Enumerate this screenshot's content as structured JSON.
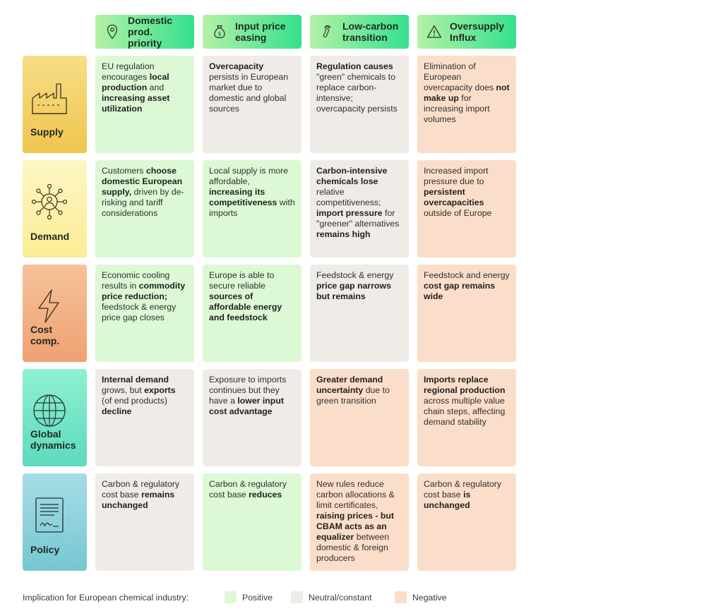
{
  "columns": [
    {
      "label": "Domestic prod. priority",
      "icon": "map-pin-icon"
    },
    {
      "label": "Input price easing",
      "icon": "money-bag-icon"
    },
    {
      "label": "Low-carbon transition",
      "icon": "footprint-icon"
    },
    {
      "label": "Oversupply Influx",
      "icon": "warning-triangle-icon"
    }
  ],
  "rows": [
    {
      "label": "Supply",
      "icon": "factory-icon"
    },
    {
      "label": "Demand",
      "icon": "people-network-icon"
    },
    {
      "label": "Cost comp.",
      "icon": "lightning-icon"
    },
    {
      "label": "Global dynamics",
      "icon": "globe-icon"
    },
    {
      "label": "Policy",
      "icon": "document-signature-icon"
    }
  ],
  "cells": [
    [
      {
        "impact": "positive",
        "segments": [
          [
            "EU regulation encourages ",
            false
          ],
          [
            "local production",
            true
          ],
          [
            " and ",
            false
          ],
          [
            "increasing asset utilization",
            true
          ]
        ]
      },
      {
        "impact": "neutral",
        "segments": [
          [
            "Overcapacity",
            true
          ],
          [
            " persists in European market due to domestic and global sources",
            false
          ]
        ]
      },
      {
        "impact": "neutral",
        "segments": [
          [
            "Regulation causes",
            true
          ],
          [
            " \"green\" chemicals to replace carbon-intensive; overcapacity persists",
            false
          ]
        ]
      },
      {
        "impact": "negative",
        "segments": [
          [
            "Elimination of European overcapacity does ",
            false
          ],
          [
            "not make up",
            true
          ],
          [
            " for increasing import volumes",
            false
          ]
        ]
      }
    ],
    [
      {
        "impact": "positive",
        "segments": [
          [
            "Customers ",
            false
          ],
          [
            "choose domestic European supply,",
            true
          ],
          [
            " driven by de-risking and tariff considerations",
            false
          ]
        ]
      },
      {
        "impact": "positive",
        "segments": [
          [
            "Local supply is more affordable, ",
            false
          ],
          [
            "increasing its competitiveness",
            true
          ],
          [
            " with imports",
            false
          ]
        ]
      },
      {
        "impact": "neutral",
        "segments": [
          [
            "Carbon-intensive chemicals lose",
            true
          ],
          [
            " relative competitiveness; ",
            false
          ],
          [
            "import pressure",
            true
          ],
          [
            " for \"greener\" alternatives ",
            false
          ],
          [
            "remains high",
            true
          ]
        ]
      },
      {
        "impact": "negative",
        "segments": [
          [
            "Increased import pressure due to ",
            false
          ],
          [
            "persistent overcapacities",
            true
          ],
          [
            " outside of Europe",
            false
          ]
        ]
      }
    ],
    [
      {
        "impact": "positive",
        "segments": [
          [
            "Economic cooling results in ",
            false
          ],
          [
            "commodity price reduction;",
            true
          ],
          [
            " feedstock & energy price gap closes",
            false
          ]
        ]
      },
      {
        "impact": "positive",
        "segments": [
          [
            "Europe is able to secure reliable ",
            false
          ],
          [
            "sources of affordable energy and feedstock",
            true
          ]
        ]
      },
      {
        "impact": "neutral",
        "segments": [
          [
            "Feedstock & energy ",
            false
          ],
          [
            "price gap narrows but remains",
            true
          ]
        ]
      },
      {
        "impact": "negative",
        "segments": [
          [
            "Feedstock and energy ",
            false
          ],
          [
            "cost gap remains wide",
            true
          ]
        ]
      }
    ],
    [
      {
        "impact": "neutral",
        "segments": [
          [
            "Internal demand",
            true
          ],
          [
            " grows, but ",
            false
          ],
          [
            "exports",
            true
          ],
          [
            " (of end products) ",
            false
          ],
          [
            "decline",
            true
          ]
        ]
      },
      {
        "impact": "neutral",
        "segments": [
          [
            "Exposure to imports continues but they have a ",
            false
          ],
          [
            "lower input cost advantage",
            true
          ]
        ]
      },
      {
        "impact": "negative",
        "segments": [
          [
            "Greater demand uncertainty",
            true
          ],
          [
            " due to green transition",
            false
          ]
        ]
      },
      {
        "impact": "negative",
        "segments": [
          [
            "Imports replace regional production",
            true
          ],
          [
            " across multiple value chain steps, affecting demand stability",
            false
          ]
        ]
      }
    ],
    [
      {
        "impact": "neutral",
        "segments": [
          [
            "Carbon & regulatory cost base ",
            false
          ],
          [
            "remains unchanged",
            true
          ]
        ]
      },
      {
        "impact": "positive",
        "segments": [
          [
            "Carbon & regulatory cost base ",
            false
          ],
          [
            "reduces",
            true
          ]
        ]
      },
      {
        "impact": "negative",
        "segments": [
          [
            "New rules reduce carbon allocations & limit certificates, ",
            false
          ],
          [
            "raising prices - but CBAM acts as an equalizer",
            true
          ],
          [
            " between domestic & foreign producers",
            false
          ]
        ]
      },
      {
        "impact": "negative",
        "segments": [
          [
            "Carbon & regulatory cost base ",
            false
          ],
          [
            "is unchanged",
            true
          ]
        ]
      }
    ]
  ],
  "legend": {
    "label": "Implication for European chemical industry:",
    "items": [
      {
        "label": "Positive",
        "color": "#dcf8d4"
      },
      {
        "label": "Neutral/constant",
        "color": "#efebe6"
      },
      {
        "label": "Negative",
        "color": "#fbdec9"
      }
    ]
  },
  "colors": {
    "positive": "#dcf8d4",
    "neutral": "#efebe6",
    "negative": "#fbdec9",
    "header_gradient_start": "#b3f2a6",
    "header_gradient_end": "#35e08d"
  }
}
